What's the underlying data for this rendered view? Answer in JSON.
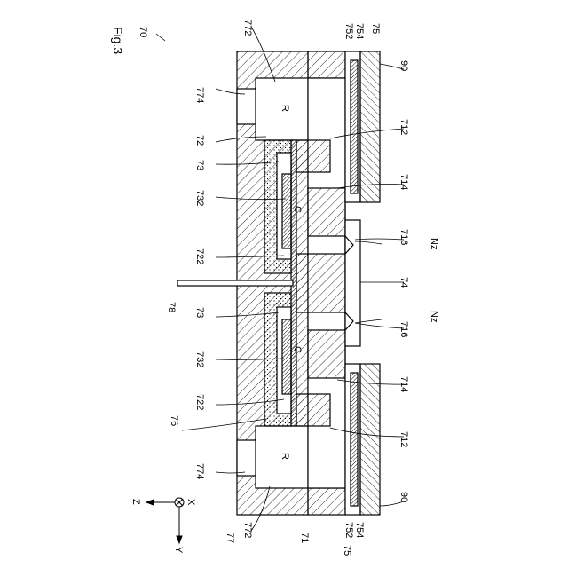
{
  "figure": {
    "title": "Fig.3",
    "number": "70"
  },
  "parts": {
    "r": "R",
    "c": "C",
    "ref_77": "77",
    "ref_71": "71",
    "ref_72": "72",
    "ref_73": "73",
    "ref_74": "74",
    "ref_75": "75",
    "ref_76": "76",
    "ref_78": "78",
    "ref_90": "90",
    "ref_712": "712",
    "ref_714": "714",
    "ref_716": "716",
    "ref_722": "722",
    "ref_732": "732",
    "ref_752": "752",
    "ref_754": "754",
    "ref_772": "772",
    "ref_774": "774",
    "nz": "Nz"
  },
  "axes": {
    "z": "Z",
    "y": "Y",
    "x": "X"
  }
}
